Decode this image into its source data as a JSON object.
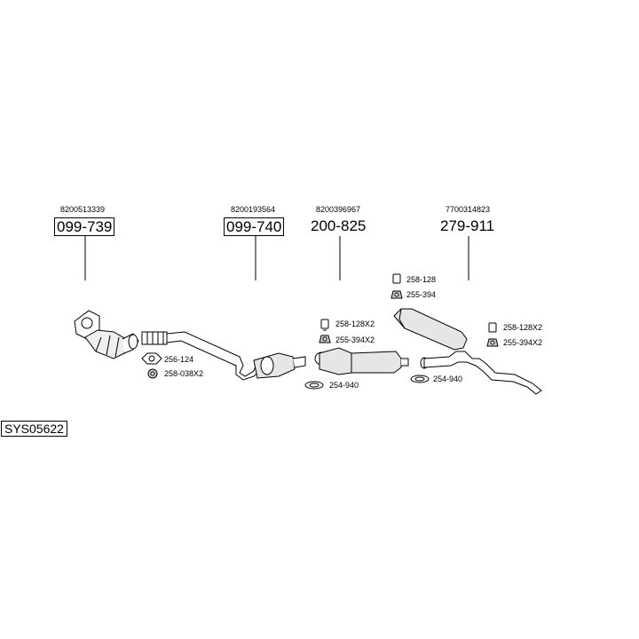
{
  "assemblies": [
    {
      "oem": "8200513339",
      "part": "099-739",
      "boxed": true
    },
    {
      "oem": "8200193564",
      "part": "099-740",
      "boxed": true
    },
    {
      "oem": "8200396967",
      "part": "200-825",
      "boxed": false
    },
    {
      "oem": "7700314823",
      "part": "279-911",
      "boxed": false
    }
  ],
  "accessories": [
    {
      "label": "256-124",
      "icon": "gasket-icon"
    },
    {
      "label": "258-038X2",
      "icon": "nut-icon"
    },
    {
      "label": "258-128X2",
      "icon": "hanger-bracket-icon"
    },
    {
      "label": "255-394X2",
      "icon": "rubber-mount-icon"
    },
    {
      "label": "254-940",
      "icon": "clamp-icon"
    },
    {
      "label": "258-128",
      "icon": "hanger-bracket-icon"
    },
    {
      "label": "255-394",
      "icon": "rubber-mount-icon"
    },
    {
      "label": "254-940",
      "icon": "clamp-icon"
    },
    {
      "label": "258-128X2",
      "icon": "hanger-bracket-icon"
    },
    {
      "label": "255-394X2",
      "icon": "rubber-mount-icon"
    }
  ],
  "system_code": "SYS05622"
}
